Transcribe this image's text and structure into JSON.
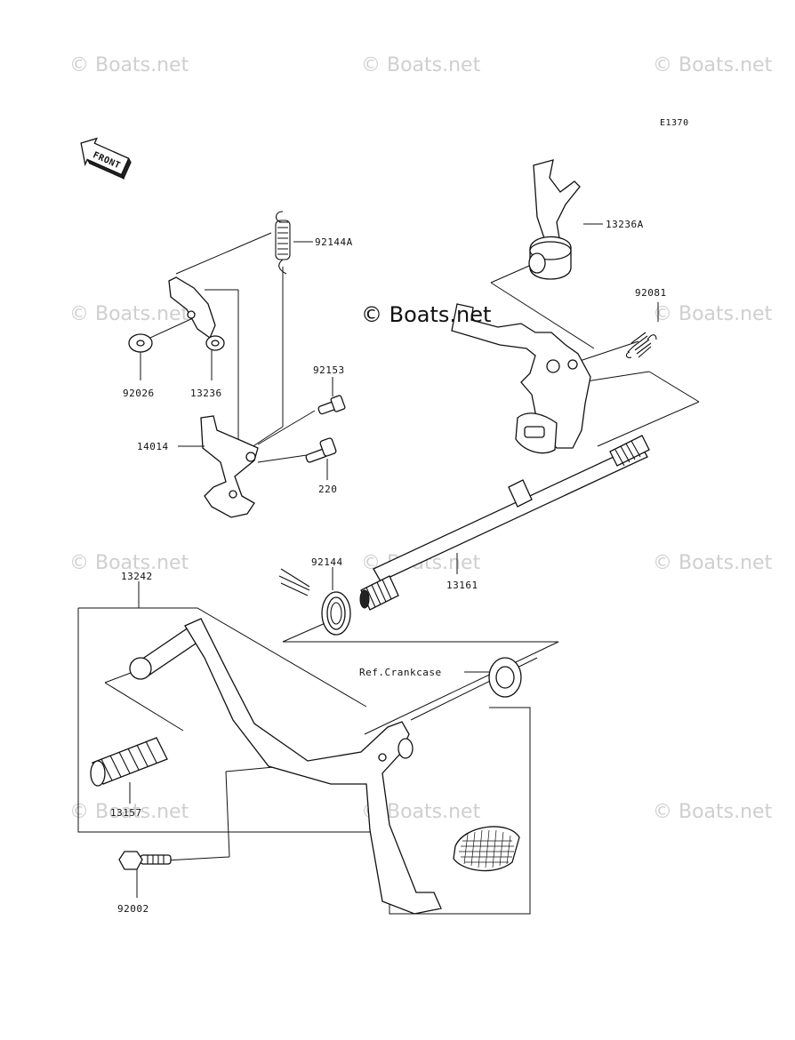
{
  "watermarks": {
    "tl": "© Boats.net",
    "tc": "© Boats.net",
    "tr": "© Boats.net",
    "ml": "© Boats.net",
    "mr": "© Boats.net",
    "center": "© Boats.net",
    "l3": "© Boats.net",
    "c3": "© Boats.net",
    "r3": "© Boats.net",
    "l4": "© Boats.net",
    "c4": "© Boats.net",
    "r4": "© Boats.net"
  },
  "diagram_code": "E1370",
  "front_label": "FRONT",
  "parts": {
    "p92144A": "92144A",
    "p13236A": "13236A",
    "p92081": "92081",
    "p92026": "92026",
    "p13236": "13236",
    "p92153": "92153",
    "p14014": "14014",
    "p220": "220",
    "p92144": "92144",
    "p13161": "13161",
    "p13242": "13242",
    "pRef": "Ref.Crankcase",
    "p13157": "13157",
    "p92002": "92002"
  }
}
